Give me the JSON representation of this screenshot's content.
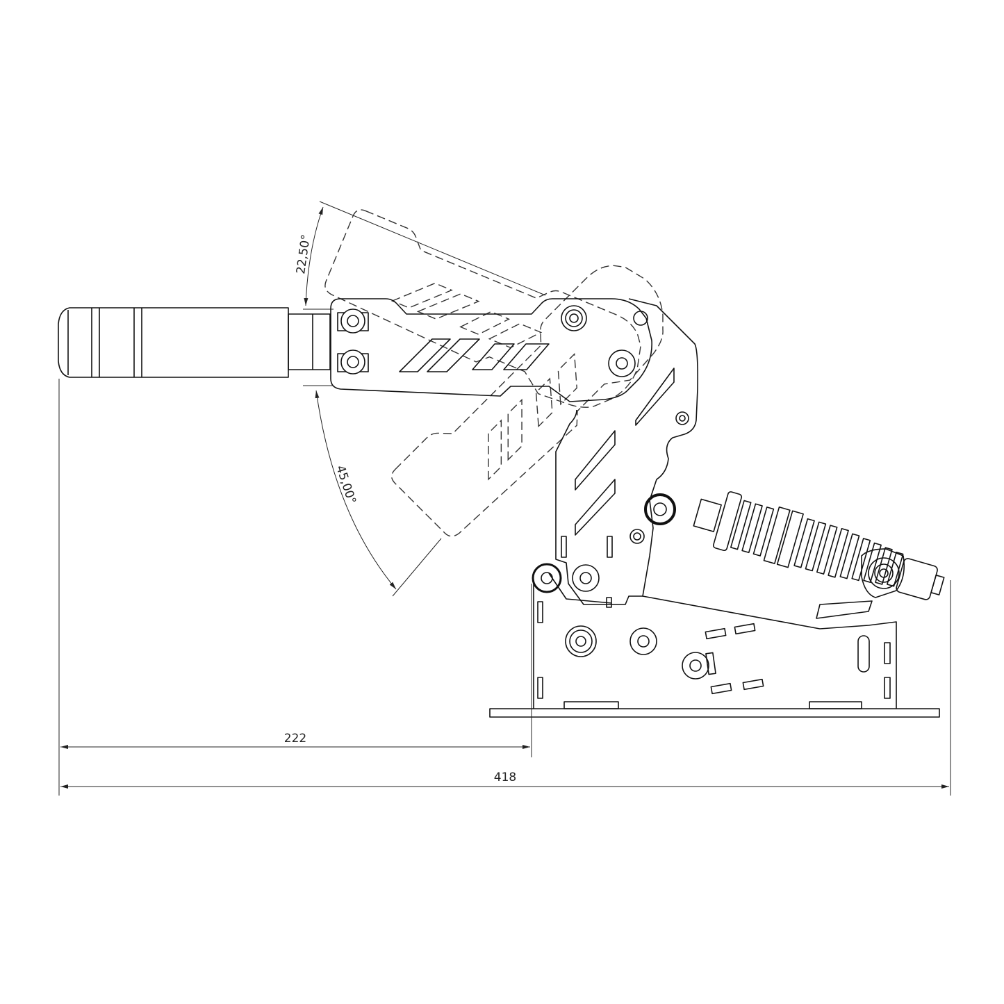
{
  "drawing": {
    "dimensions": {
      "upper_angle": "22,50°",
      "lower_angle": "45,00°",
      "handle_to_base": "222",
      "overall_length": "418"
    },
    "colors": {
      "line": "#111111",
      "background": "#ffffff"
    }
  }
}
